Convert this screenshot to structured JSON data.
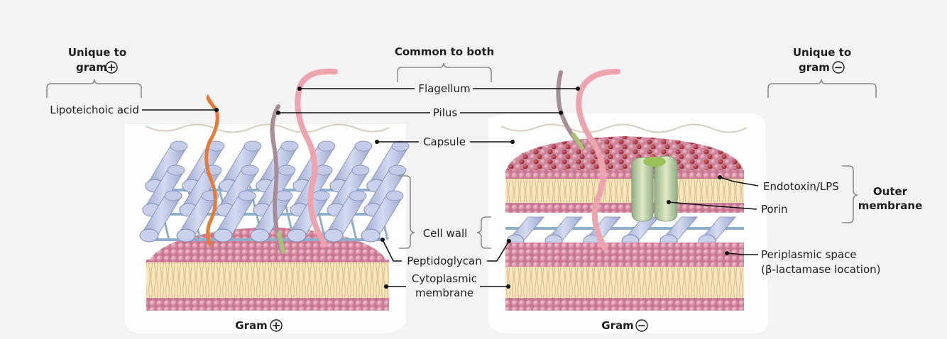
{
  "headers": {
    "unique_pos_line1": "Unique to",
    "unique_pos_line2": "gram",
    "common": "Common to both",
    "unique_neg_line1": "Unique to",
    "unique_neg_line2": "gram"
  },
  "labels": {
    "lipoteichoic_acid": "Lipoteichoic acid",
    "flagellum": "Flagellum",
    "pilus": "Pilus",
    "capsule": "Capsule",
    "cell_wall": "Cell wall",
    "peptidoglycan": "Peptidoglycan",
    "cytoplasmic_line1": "Cytoplasmic",
    "cytoplasmic_line2": "membrane",
    "endotoxin": "Endotoxin/LPS",
    "porin": "Porin",
    "outer_line1": "Outer",
    "outer_line2": "membrane",
    "periplasmic_line1": "Periplasmic space",
    "periplasmic_line2": "(β-lactamase location)",
    "gram_pos": "Gram",
    "gram_neg": "Gram"
  },
  "symbols": {
    "plus": "+",
    "minus": "−"
  },
  "colors": {
    "lipid_head": "#d6849a",
    "lipid_tail": "#f4dda5",
    "peptidoglycan": "#b8c3e4",
    "crosslink": "#8fb0c9",
    "lps": "#b7333c",
    "porin": "#c4d6a6",
    "flagellum": "#eea4ae",
    "pilus": "#a88d96",
    "lipoteichoic": "#e27c3e",
    "capsule": "#ffffff"
  }
}
